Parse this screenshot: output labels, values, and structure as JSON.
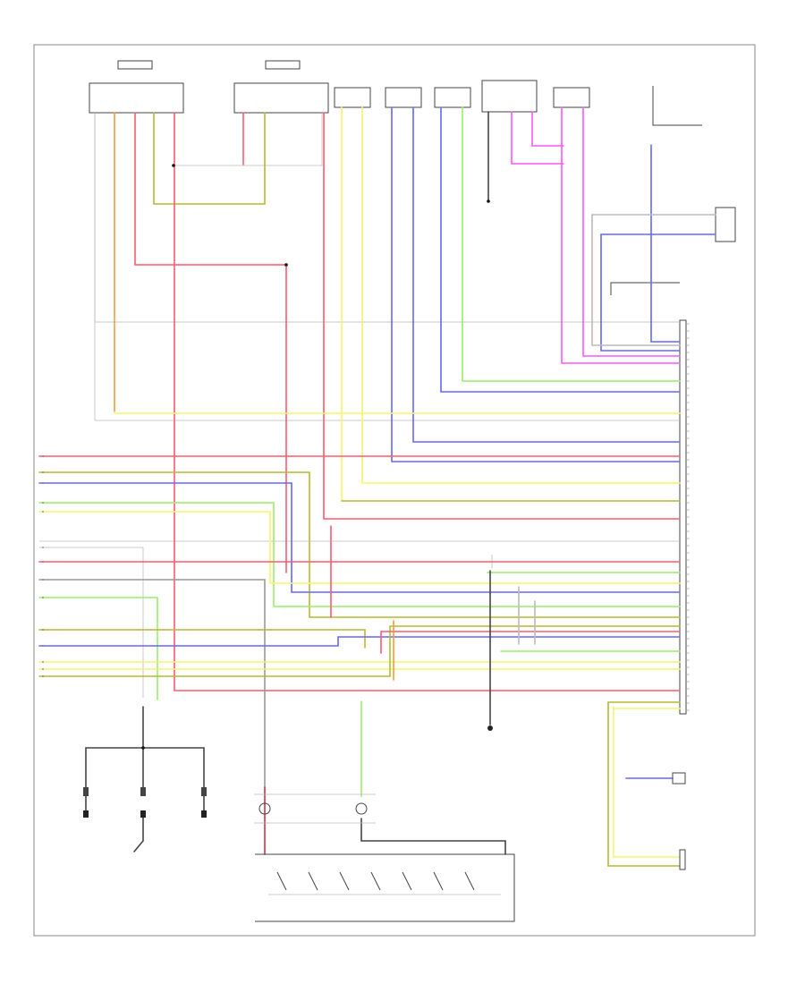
{
  "footer": {
    "code": ""
  },
  "colors": {
    "background": "#ffffff",
    "border": "#888888",
    "red": "#ff5a6e",
    "pink": "#ff55ff",
    "orange": "#ff9933",
    "yellow": "#f5f56a",
    "green": "#99ee66",
    "olive": "#b8b830",
    "blue": "#6666ff",
    "gray": "#999999",
    "dark_red": "#cc3344"
  },
  "components": [
    {
      "id": "c1",
      "kind": "module"
    },
    {
      "id": "c2",
      "kind": "module"
    },
    {
      "id": "c3",
      "kind": "speaker"
    },
    {
      "id": "c4",
      "kind": "speaker"
    },
    {
      "id": "c5",
      "kind": "speaker"
    },
    {
      "id": "c6",
      "kind": "module"
    },
    {
      "id": "c7",
      "kind": "speaker"
    },
    {
      "id": "c8",
      "kind": "connector"
    },
    {
      "id": "c9",
      "kind": "speaker"
    },
    {
      "id": "c10",
      "kind": "connector"
    },
    {
      "id": "c11",
      "kind": "audio-unit"
    },
    {
      "id": "c12",
      "kind": "connector"
    },
    {
      "id": "c13",
      "kind": "switch"
    },
    {
      "id": "c14",
      "kind": "switch"
    },
    {
      "id": "c15",
      "kind": "ground"
    },
    {
      "id": "c16",
      "kind": "connector"
    },
    {
      "id": "c17",
      "kind": "steering-switch"
    },
    {
      "id": "c18",
      "kind": "connector"
    }
  ]
}
